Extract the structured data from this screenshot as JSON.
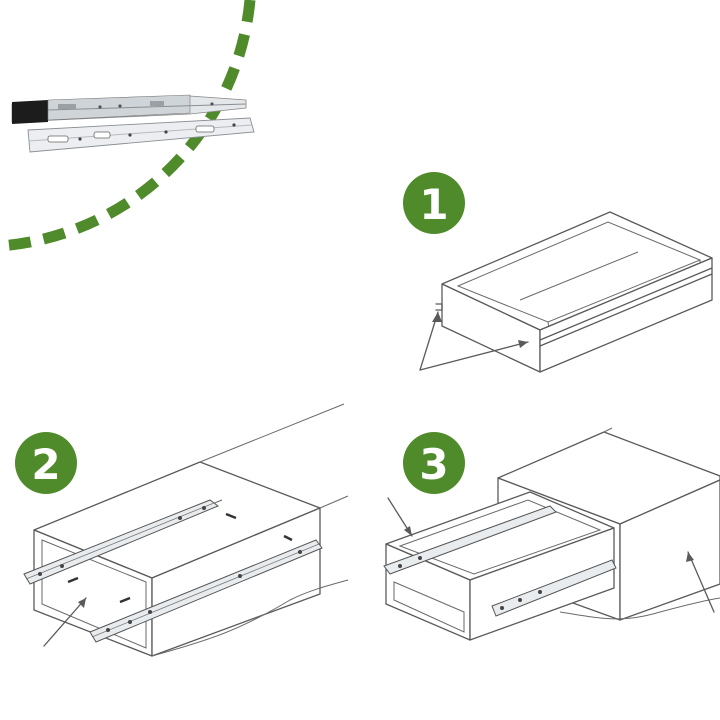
{
  "steps": [
    {
      "number": "1",
      "caption": ""
    },
    {
      "number": "2",
      "caption": ""
    },
    {
      "number": "3",
      "caption": ""
    }
  ],
  "colors": {
    "accent": "#4f8a2b",
    "badge": "#4f8a2b",
    "line": "#5a5a5a",
    "rail_dark": "#1c1c1c",
    "rail_light": "#dfe3e8"
  },
  "icons": {
    "product_inset": "drawer-slide-pair-photo",
    "step_1": "drawer-box-icon",
    "step_2": "cabinet-slide-mount-icon",
    "step_3": "drawer-insert-icon"
  }
}
